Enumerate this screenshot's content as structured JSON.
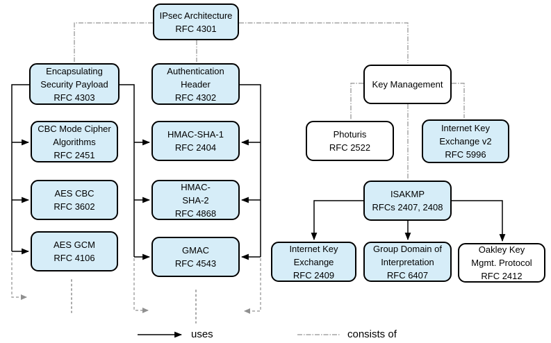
{
  "nodes": {
    "ipsec": {
      "label": "IPsec Architecture\nRFC 4301"
    },
    "esp": {
      "label": "Encapsulating\nSecurity Payload\nRFC 4303"
    },
    "cbc": {
      "label": "CBC Mode Cipher\nAlgorithms\nRFC 2451"
    },
    "aescbc": {
      "label": "AES CBC\nRFC 3602"
    },
    "aesgcm": {
      "label": "AES GCM\nRFC 4106"
    },
    "ah": {
      "label": "Authentication\nHeader\nRFC 4302"
    },
    "hmacsha1": {
      "label": "HMAC-SHA-1\nRFC 2404"
    },
    "hmacsha2": {
      "label": "HMAC-\nSHA-2\nRFC 4868"
    },
    "gmac": {
      "label": "GMAC\nRFC 4543"
    },
    "km": {
      "label": "Key Management"
    },
    "photuris": {
      "label": "Photuris\nRFC 2522"
    },
    "ikev2": {
      "label": "Internet Key\nExchange v2\nRFC 5996"
    },
    "isakmp": {
      "label": "ISAKMP\nRFCs 2407, 2408"
    },
    "ike": {
      "label": "Internet Key\nExchange\nRFC 2409"
    },
    "gdoi": {
      "label": "Group Domain of\nInterpretation\nRFC 6407"
    },
    "oakley": {
      "label": "Oakley Key\nMgmt. Protocol\nRFC 2412"
    }
  },
  "legend": {
    "uses": "uses",
    "consists_of": "consists of"
  },
  "edges": {
    "consists_of": [
      {
        "from": "IPsec Architecture",
        "to": "Encapsulating Security Payload"
      },
      {
        "from": "IPsec Architecture",
        "to": "Authentication Header"
      },
      {
        "from": "IPsec Architecture",
        "to": "Key Management"
      },
      {
        "from": "Key Management",
        "to": "Photuris"
      },
      {
        "from": "Key Management",
        "to": "Internet Key Exchange v2"
      },
      {
        "from": "Key Management",
        "to": "ISAKMP"
      }
    ],
    "uses": [
      {
        "from": "Encapsulating Security Payload",
        "to": "CBC Mode Cipher Algorithms"
      },
      {
        "from": "Encapsulating Security Payload",
        "to": "AES CBC"
      },
      {
        "from": "Encapsulating Security Payload",
        "to": "AES GCM"
      },
      {
        "from": "Encapsulating Security Payload",
        "to": "HMAC-SHA-1"
      },
      {
        "from": "Encapsulating Security Payload",
        "to": "HMAC-SHA-2"
      },
      {
        "from": "Encapsulating Security Payload",
        "to": "GMAC"
      },
      {
        "from": "Authentication Header",
        "to": "HMAC-SHA-1"
      },
      {
        "from": "Authentication Header",
        "to": "HMAC-SHA-2"
      },
      {
        "from": "Authentication Header",
        "to": "GMAC"
      },
      {
        "from": "ISAKMP",
        "to": "Internet Key Exchange"
      },
      {
        "from": "ISAKMP",
        "to": "Group Domain of Interpretation"
      },
      {
        "from": "ISAKMP",
        "to": "Oakley Key Mgmt. Protocol"
      }
    ]
  },
  "colors": {
    "node_fill_blue": "#d6edf8",
    "node_fill_white": "#ffffff",
    "line_black": "#000000",
    "line_gray": "#909090"
  }
}
